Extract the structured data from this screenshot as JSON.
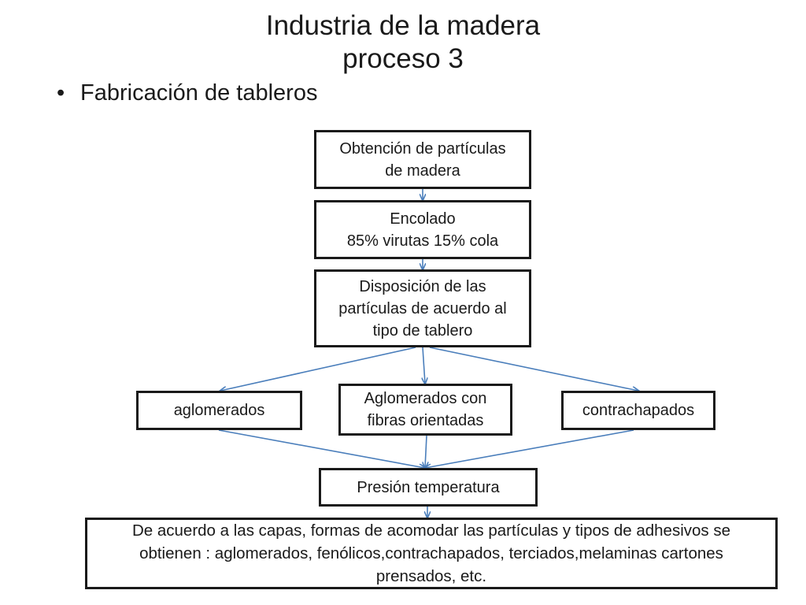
{
  "title": {
    "line1": "Industria de la madera",
    "line2": "proceso 3"
  },
  "bullet": {
    "symbol": "•",
    "text": "Fabricación de tableros"
  },
  "diagram": {
    "node_obtencion": {
      "line1": "Obtención de partículas",
      "line2": "de madera"
    },
    "node_encolado": {
      "line1": "Encolado",
      "line2": "85% virutas 15% cola"
    },
    "node_disposicion": {
      "line1": "Disposición de las",
      "line2": "partículas de acuerdo al",
      "line3": "tipo de tablero"
    },
    "node_aglomerados": {
      "text": "aglomerados"
    },
    "node_fibras": {
      "line1": "Aglomerados con",
      "line2": "fibras orientadas"
    },
    "node_contrachapados": {
      "text": "contrachapados"
    },
    "node_presion": {
      "text": "Presión temperatura"
    },
    "node_resultado": {
      "line1": "De acuerdo a las capas, formas de acomodar las partículas y tipos de  adhesivos se",
      "line2": "obtienen : aglomerados, fenólicos,contrachapados, terciados,melaminas cartones",
      "line3": "prensados, etc."
    },
    "connector_color": "#4a7ebb",
    "border_color": "#1a1a1a"
  }
}
